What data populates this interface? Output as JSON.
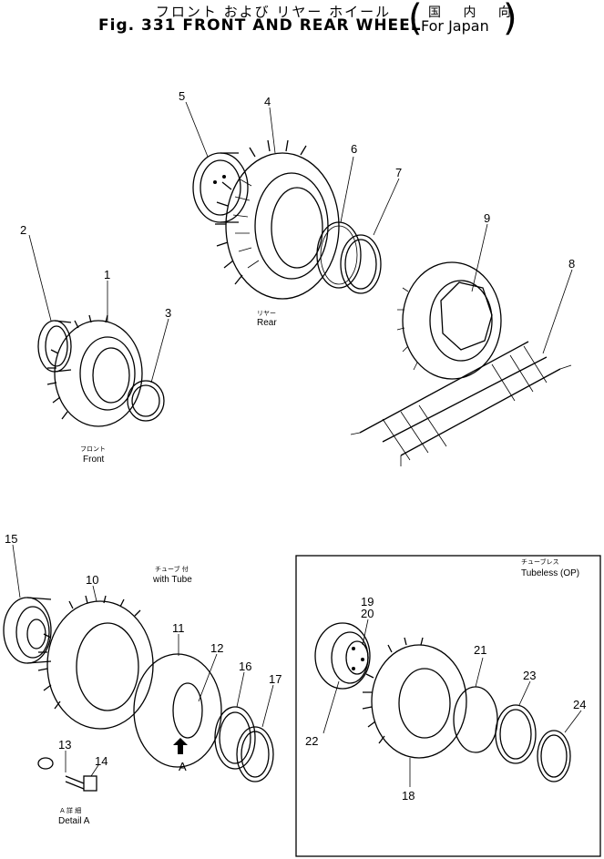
{
  "title": {
    "jp": "フロント および リヤー ホイール",
    "en": "Fig. 331 FRONT AND REAR WHEEL",
    "region_jp": "国 内 向",
    "region_en": "For Japan"
  },
  "labels": {
    "rear_jp": "リヤー",
    "rear": "Rear",
    "front_jp": "フロント",
    "front": "Front",
    "with_tube_jp": "チューブ 付",
    "with_tube": "with Tube",
    "tubeless_jp": "チューブレス",
    "tubeless": "Tubeless (OP)",
    "detail_jp": "A 詳 細",
    "detail": "Detail A",
    "arrow_a": "A"
  },
  "callouts": [
    "1",
    "2",
    "3",
    "4",
    "5",
    "6",
    "7",
    "8",
    "9",
    "10",
    "11",
    "12",
    "13",
    "14",
    "15",
    "16",
    "17",
    "18",
    "19",
    "20",
    "21",
    "22",
    "23",
    "24"
  ]
}
